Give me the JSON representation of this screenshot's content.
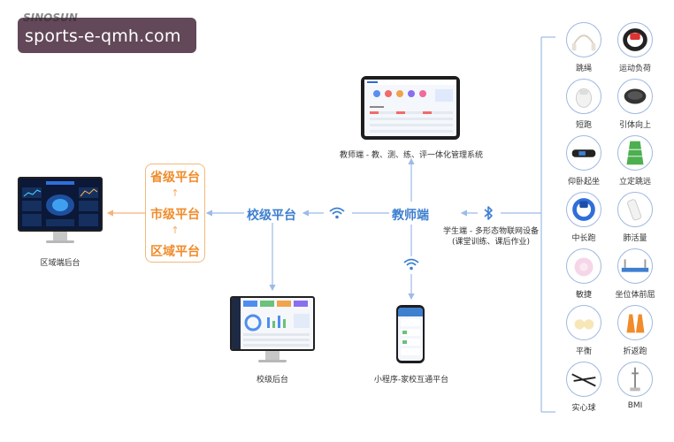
{
  "watermark": {
    "text": "sports-e-qmh.com",
    "logo_text": "SINOSUN"
  },
  "regional": {
    "caption": "区域端后台"
  },
  "levels": {
    "province": "省级平台",
    "city": "市级平台",
    "district": "区域平台"
  },
  "school_platform": {
    "label": "校级平台",
    "caption": "校级后台"
  },
  "teacher": {
    "label": "教师端",
    "caption": "教师端 - 教、测、练、评一体化管理系统"
  },
  "miniprogram": {
    "caption": "小程序-家校互通平台"
  },
  "student": {
    "line1": "学生端 - 多形态物联网设备",
    "line2": "(课堂训练、课后作业)"
  },
  "devices": [
    {
      "label": "跳绳",
      "icon": "jump-rope-icon"
    },
    {
      "label": "运动负荷",
      "icon": "heart-rate-band-icon"
    },
    {
      "label": "短跑",
      "icon": "sprint-sensor-icon"
    },
    {
      "label": "引体向上",
      "icon": "pull-up-sensor-icon"
    },
    {
      "label": "仰卧起坐",
      "icon": "sit-up-mat-icon"
    },
    {
      "label": "立定跳远",
      "icon": "long-jump-mat-icon"
    },
    {
      "label": "中长跑",
      "icon": "wristband-icon"
    },
    {
      "label": "肺活量",
      "icon": "spirometer-icon"
    },
    {
      "label": "敏捷",
      "icon": "agility-pad-icon"
    },
    {
      "label": "坐位体前屈",
      "icon": "sit-and-reach-icon"
    },
    {
      "label": "平衡",
      "icon": "balance-pad-icon"
    },
    {
      "label": "折返跑",
      "icon": "cone-icon"
    },
    {
      "label": "实心球",
      "icon": "medicine-ball-icon"
    },
    {
      "label": "BMI",
      "icon": "height-scale-icon"
    }
  ]
}
